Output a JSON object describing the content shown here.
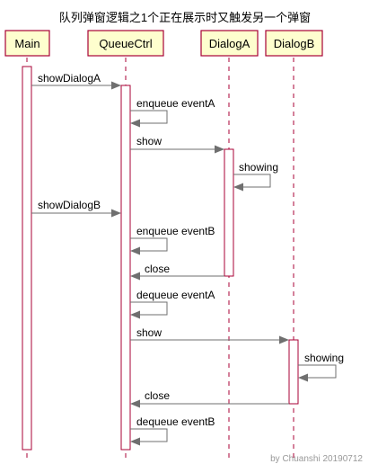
{
  "title": "队列弹窗逻辑之1个正在展示时又触发另一个弹窗",
  "participants": [
    {
      "name": "Main"
    },
    {
      "name": "QueueCtrl"
    },
    {
      "name": "DialogA"
    },
    {
      "name": "DialogB"
    }
  ],
  "messages": [
    {
      "label": "showDialogA"
    },
    {
      "label": "enqueue eventA"
    },
    {
      "label": "show"
    },
    {
      "label": "showing"
    },
    {
      "label": "showDialogB"
    },
    {
      "label": "enqueue eventB"
    },
    {
      "label": "close"
    },
    {
      "label": "dequeue eventA"
    },
    {
      "label": "show"
    },
    {
      "label": "showing"
    },
    {
      "label": "close"
    },
    {
      "label": "dequeue eventB"
    }
  ],
  "watermark": "by Chuanshi 20190712"
}
